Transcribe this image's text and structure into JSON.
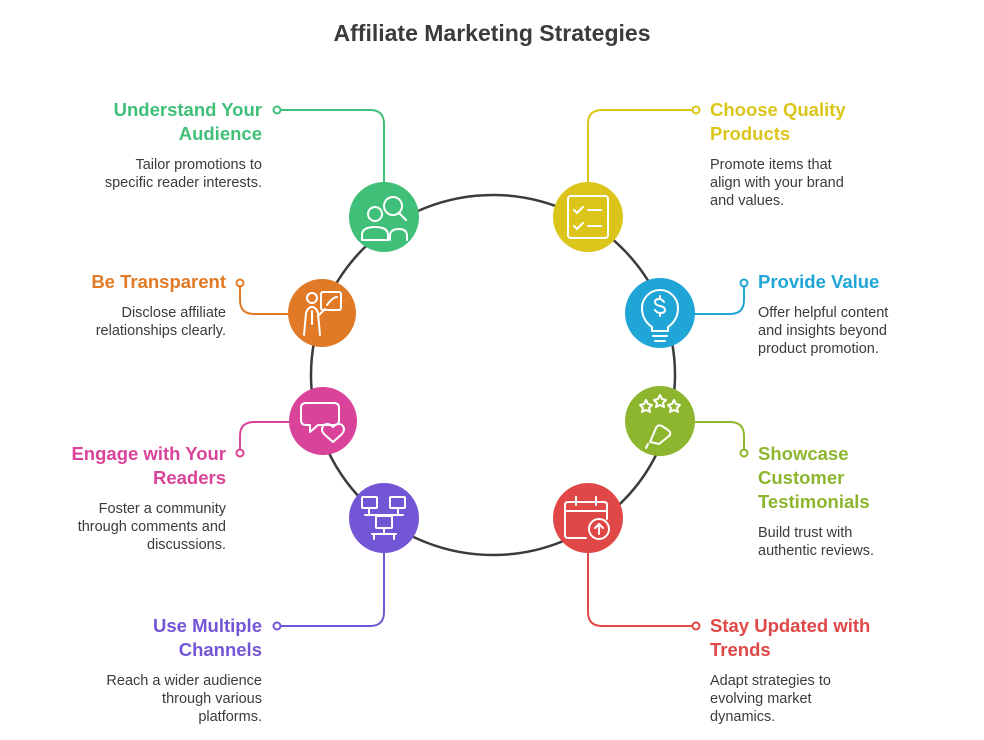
{
  "title": "Affiliate Marketing Strategies",
  "strategies": [
    {
      "heading": "Understand Your Audience",
      "description": "Tailor promotions to specific reader interests.",
      "color": "#3fbf78",
      "icon": "audience-icon"
    },
    {
      "heading": "Be Transparent",
      "description": "Disclose affiliate relationships clearly.",
      "color": "#e07a26",
      "icon": "presentation-icon"
    },
    {
      "heading": "Engage with Your Readers",
      "description": "Foster a community through comments and discussions.",
      "color": "#d9449a",
      "icon": "chat-heart-icon"
    },
    {
      "heading": "Use Multiple Channels",
      "description": "Reach a wider audience through various platforms.",
      "color": "#7356d6",
      "icon": "network-icon"
    },
    {
      "heading": "Choose Quality Products",
      "description": "Promote items that align with your brand and values.",
      "color": "#dcc51a",
      "icon": "checklist-icon"
    },
    {
      "heading": "Provide Value",
      "description": "Offer helpful content and insights beyond product promotion.",
      "color": "#20a6d6",
      "icon": "lightbulb-dollar-icon"
    },
    {
      "heading": "Showcase Customer Testimonials",
      "description": "Build trust with authentic reviews.",
      "color": "#8db62e",
      "icon": "stars-hand-icon"
    },
    {
      "heading": "Stay Updated with Trends",
      "description": "Adapt strategies to evolving market dynamics.",
      "color": "#e04848",
      "icon": "calendar-upload-icon"
    }
  ]
}
